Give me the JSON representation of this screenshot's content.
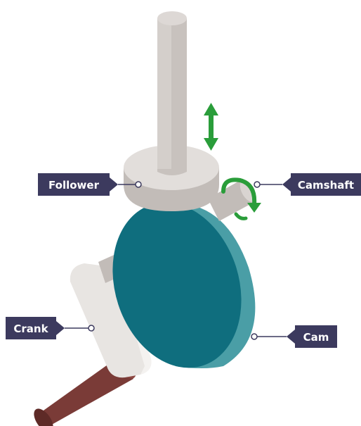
{
  "labels": {
    "follower": "Follower",
    "camshaft": "Camshaft",
    "crank": "Crank",
    "cam": "Cam"
  },
  "icons": {
    "motion_arrow": "up-down-arrow-icon",
    "rotation_arrow": "rotation-arrow-icon"
  },
  "colors": {
    "label_box": "#3c3a5e",
    "cam_face": "#0f6e7e",
    "cam_edge": "#4a9ea6",
    "shaft_light": "#d9d4d1",
    "shaft_mid": "#c2bcb8",
    "crank_handle": "#7a3b37",
    "arrow_green": "#2a9d3a"
  }
}
